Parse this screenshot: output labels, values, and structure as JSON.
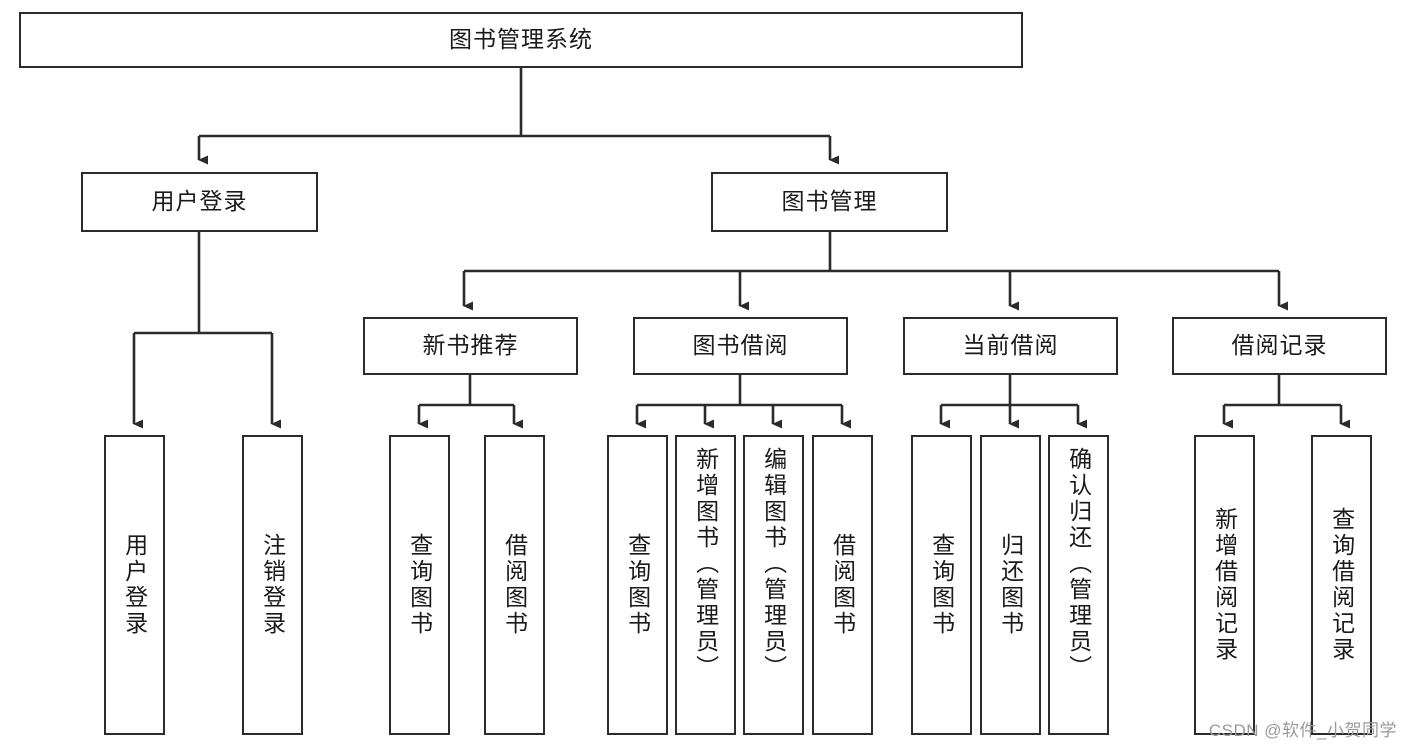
{
  "diagram": {
    "type": "hierarchy-tree",
    "title": "图书管理系统",
    "background_color": "#ffffff",
    "line_color": "#2b2b2b",
    "text_color": "#1a1a1a",
    "levels": 4,
    "root": {
      "id": "root",
      "label": "图书管理系统",
      "orientation": "horizontal"
    },
    "level2": [
      {
        "id": "user-login",
        "label": "用户登录",
        "orientation": "horizontal"
      },
      {
        "id": "book-management",
        "label": "图书管理",
        "orientation": "horizontal"
      }
    ],
    "level3": [
      {
        "id": "new-book-recommend",
        "label": "新书推荐",
        "orientation": "horizontal",
        "parent": "book-management"
      },
      {
        "id": "book-borrow",
        "label": "图书借阅",
        "orientation": "horizontal",
        "parent": "book-management"
      },
      {
        "id": "current-borrow",
        "label": "当前借阅",
        "orientation": "horizontal",
        "parent": "book-management"
      },
      {
        "id": "borrow-record",
        "label": "借阅记录",
        "orientation": "horizontal",
        "parent": "book-management"
      }
    ],
    "leaves": [
      {
        "id": "leaf-user-login",
        "label": "用户登录",
        "parent": "user-login"
      },
      {
        "id": "leaf-logout-login",
        "label": "注销登录",
        "parent": "user-login"
      },
      {
        "id": "leaf-query-book-1",
        "label": "查询图书",
        "parent": "new-book-recommend"
      },
      {
        "id": "leaf-borrow-book-1",
        "label": "借阅图书",
        "parent": "new-book-recommend"
      },
      {
        "id": "leaf-query-book-2",
        "label": "查询图书",
        "parent": "book-borrow"
      },
      {
        "id": "leaf-add-book",
        "label": "新增图书（管理员）",
        "parent": "book-borrow"
      },
      {
        "id": "leaf-edit-book",
        "label": "编辑图书（管理员）",
        "parent": "book-borrow"
      },
      {
        "id": "leaf-borrow-book-2",
        "label": "借阅图书",
        "parent": "book-borrow"
      },
      {
        "id": "leaf-query-book-3",
        "label": "查询图书",
        "parent": "current-borrow"
      },
      {
        "id": "leaf-return-book",
        "label": "归还图书",
        "parent": "current-borrow"
      },
      {
        "id": "leaf-confirm-return",
        "label": "确认归还（管理员）",
        "parent": "current-borrow"
      },
      {
        "id": "leaf-add-record",
        "label": "新增借阅记录",
        "parent": "borrow-record"
      },
      {
        "id": "leaf-query-record",
        "label": "查询借阅记录",
        "parent": "borrow-record"
      }
    ]
  },
  "watermark": {
    "text": "CSDN @软件_小贺同学"
  }
}
